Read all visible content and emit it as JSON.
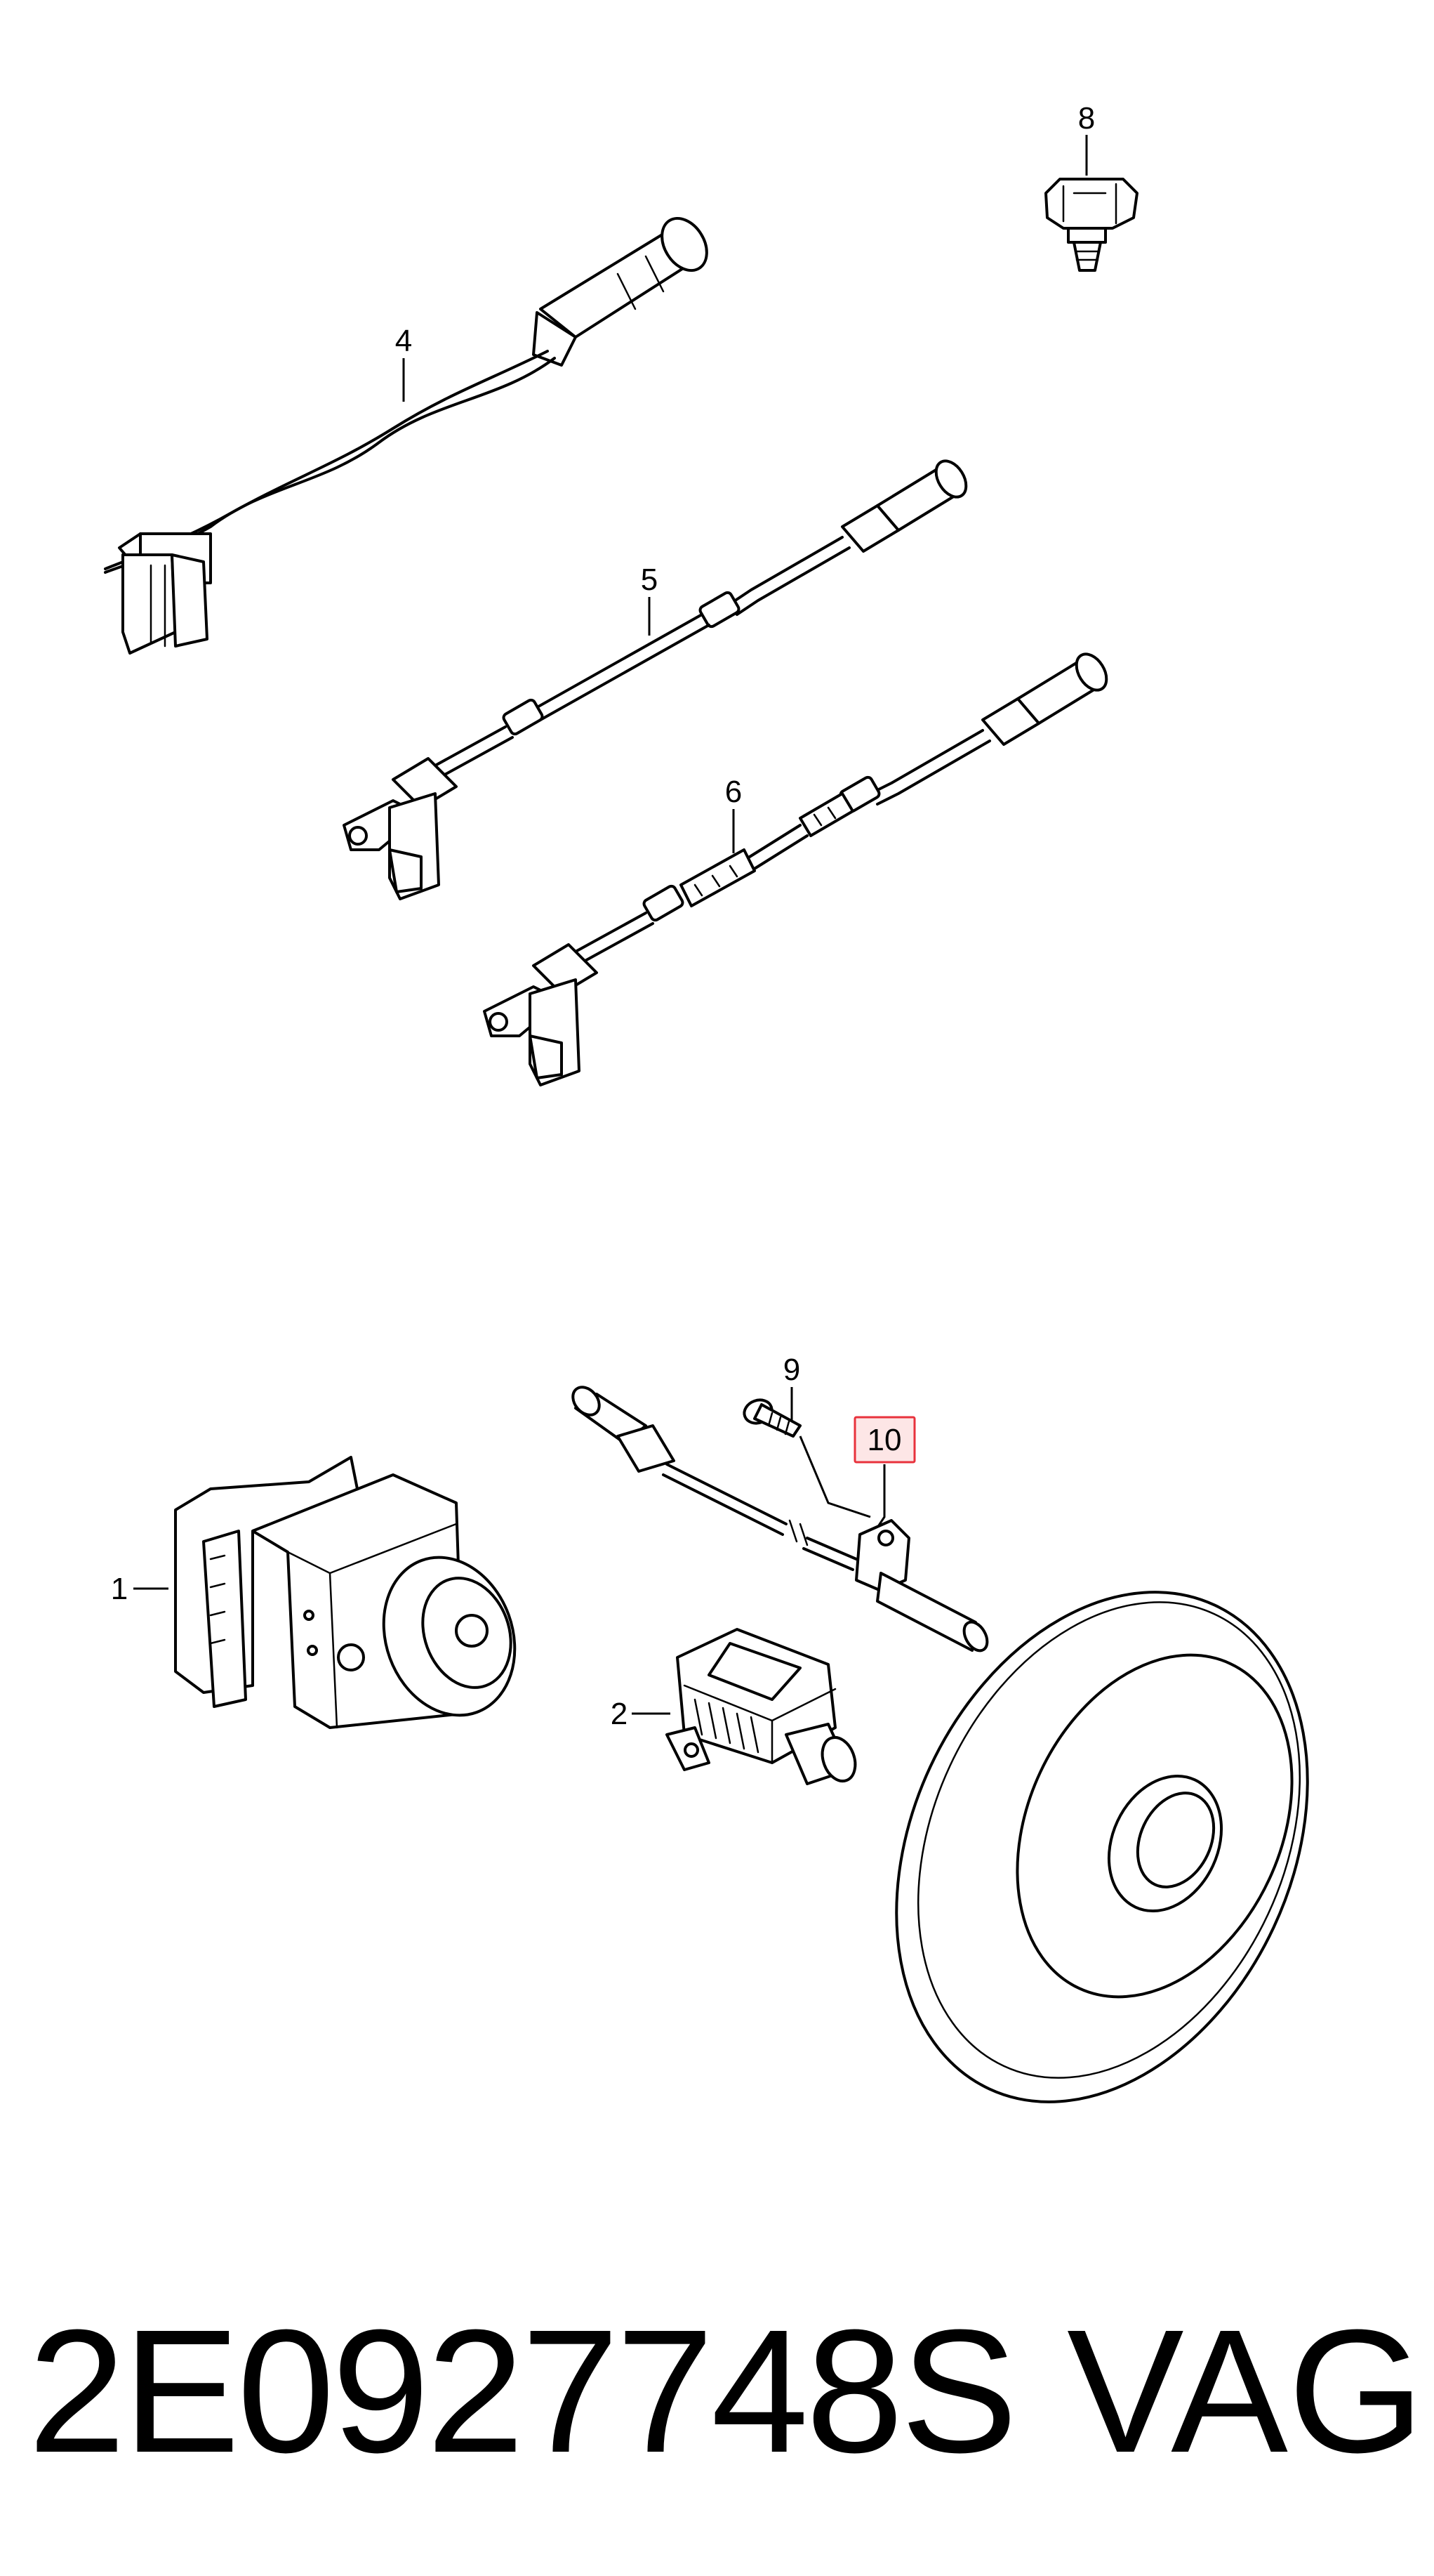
{
  "diagram": {
    "callouts": {
      "c1": "1",
      "c2": "2",
      "c4": "4",
      "c5": "5",
      "c6": "6",
      "c8": "8",
      "c9": "9",
      "c10": "10"
    },
    "highlighted_callout": "10",
    "highlight_color": "#e8323c",
    "highlight_fill": "#fde6e6"
  },
  "footer": {
    "part_number": "2E0927748S",
    "brand": "VAG"
  }
}
